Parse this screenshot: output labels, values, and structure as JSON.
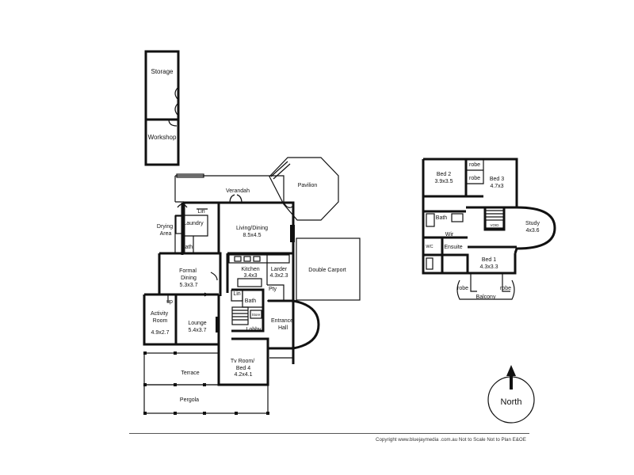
{
  "outbuilding": {
    "storage": "Storage",
    "workshop": "Workshop"
  },
  "ground_floor": {
    "verandah": "Verandah",
    "pavilion": "Pavilion",
    "laundry": "Laundry",
    "lin_1": "Lin",
    "drying_area": "Drying\nArea",
    "bath_1": "Bath",
    "living_dining": "Living/Dining",
    "living_dining_size": "8.5x4.5",
    "double_carport": "Double Carport",
    "formal_dining": "Formal\nDining",
    "formal_dining_size": "5.3x3.7",
    "kitchen": "Kitchen",
    "kitchen_size": "3.4x3",
    "larder": "Larder",
    "larder_size": "4.3x2.3",
    "pty": "Pty",
    "lin_2": "Lin",
    "bath_2": "Bath",
    "store": "Store",
    "up": "up",
    "activity_room": "Activity\nRoom",
    "activity_room_size": "4.9x2.7",
    "lounge": "Lounge",
    "lounge_size": "5.4x3.7",
    "lobby": "Lobby",
    "entrance_hall": "Entrance\nHall",
    "terrace": "Terrace",
    "tv_room": "Tv Room/\nBed 4",
    "tv_room_size": "4.2x4.1",
    "pergola": "Pergola"
  },
  "upper_floor": {
    "robe_1": "robe",
    "robe_2": "robe",
    "robe_3": "robe",
    "robe_4": "robe",
    "bed2": "Bed 2",
    "bed2_size": "3.9x3.5",
    "bed3": "Bed 3",
    "bed3_size": "4.7x3",
    "bath": "Bath",
    "void": "VOID",
    "study": "Study",
    "study_size": "4x3.6",
    "wir": "Wir",
    "wc": "WC",
    "ensuite": "Ensuite",
    "bed1": "Bed 1",
    "bed1_size": "4.3x3.3",
    "balcony": "Balcony"
  },
  "compass": {
    "label": "North"
  },
  "footer": {
    "copyright": "Copyright www.bluejaymedia .com.au   Not to Scale Not to Plan E&OE"
  }
}
